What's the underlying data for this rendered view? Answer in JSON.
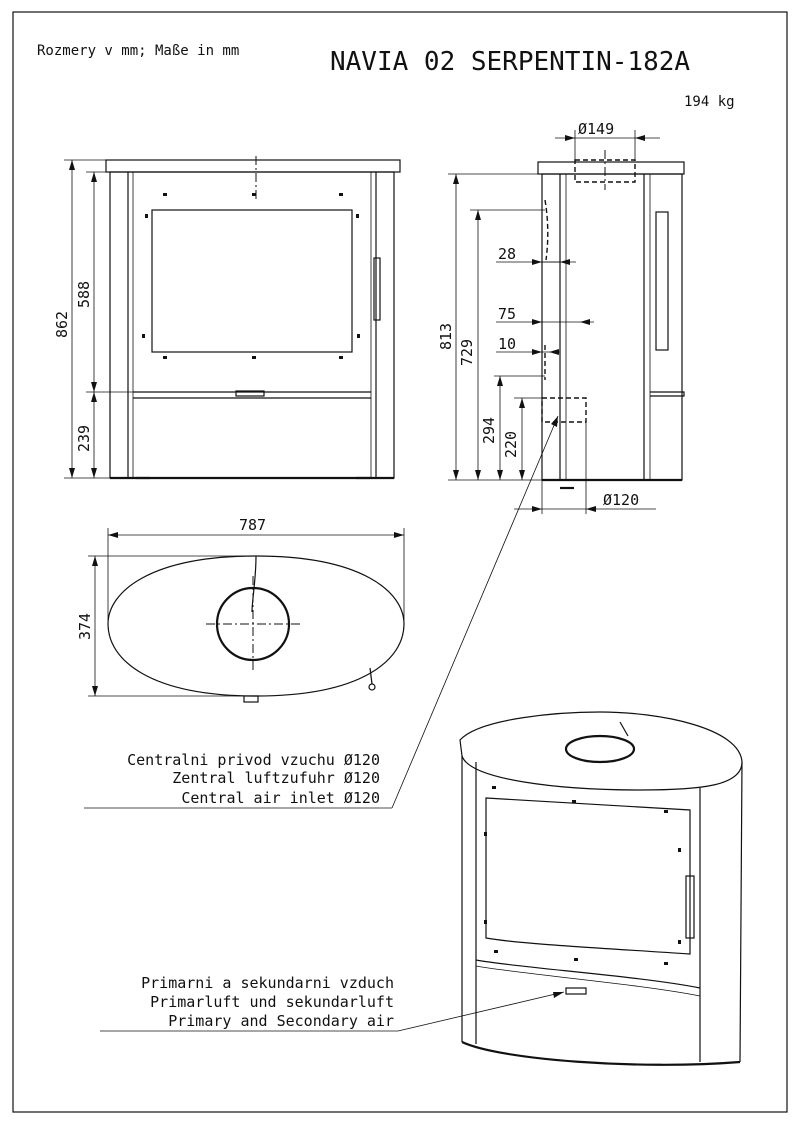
{
  "header": {
    "units_note": "Rozmery v mm; Maße in mm",
    "title": "NAVIA 02 SERPENTIN-182A",
    "weight": "194 kg"
  },
  "dimensions": {
    "front": {
      "total_height": "862",
      "upper_height": "588",
      "base_height": "239"
    },
    "side": {
      "flue_diameter": "Ø149",
      "total_height": "813",
      "flue_height": "729",
      "d28": "28",
      "d75": "75",
      "d10": "10",
      "d294": "294",
      "d220": "220",
      "inlet_diameter": "Ø120"
    },
    "top": {
      "width": "787",
      "depth": "374"
    }
  },
  "notes": {
    "air_inlet": [
      "Centralni privod vzuchu Ø120",
      "Zentral luftzufuhr Ø120",
      "Central air inlet Ø120"
    ],
    "primary_air": [
      "Primarni a sekundarni vzduch",
      "Primarluft und sekundarluft",
      "Primary and Secondary air"
    ]
  }
}
